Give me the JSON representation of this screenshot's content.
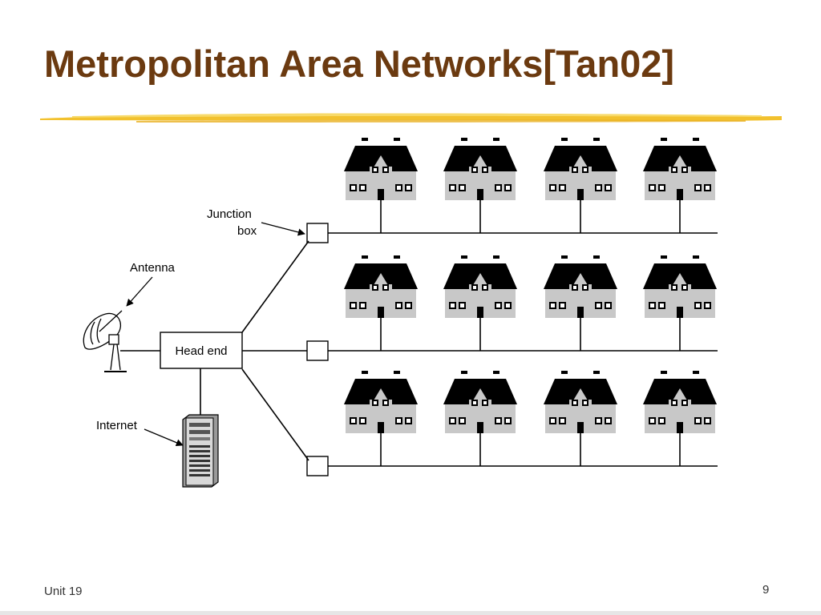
{
  "slide": {
    "title": "Metropolitan Area Networks[Tan02]",
    "footer_left": "Unit 19",
    "page_number": "9"
  },
  "diagram": {
    "labels": {
      "junction_box_line1": "Junction",
      "junction_box_line2": "box",
      "antenna": "Antenna",
      "head_end": "Head end",
      "internet": "Internet"
    },
    "rows": 3,
    "houses_per_row": 4
  },
  "colors": {
    "title": "#6b3a10",
    "underline": "#f2c12e",
    "roof": "#000000",
    "wall": "#c8c8c8",
    "line": "#000000"
  },
  "icons": {
    "house": "house-icon",
    "antenna": "satellite-dish-icon",
    "server": "server-tower-icon"
  }
}
